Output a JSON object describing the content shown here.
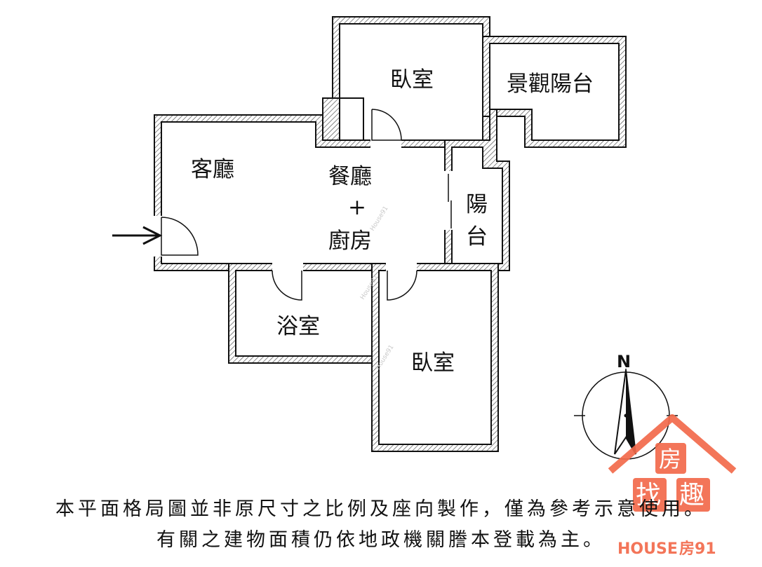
{
  "rooms": {
    "bedroom_top": "臥室",
    "view_balcony": "景觀陽台",
    "living_room": "客廳",
    "dining_line1": "餐廳",
    "dining_plus": "+",
    "dining_line2": "廚房",
    "balcony_line1": "陽",
    "balcony_line2": "台",
    "bathroom": "浴室",
    "bedroom_bottom": "臥室"
  },
  "compass": {
    "north_label": "N"
  },
  "notes": {
    "line1": "本平面格局圖並非原尺寸之比例及座向製作，僅為參考示意使用。",
    "line2": "有關之建物面積仍依地政機關謄本登載為主。"
  },
  "logo": {
    "char1": "房",
    "char2": "找",
    "char3": "趣",
    "brand_en": "HOUSE",
    "brand_zh": "房91"
  },
  "watermark": {
    "text": "House91"
  },
  "colors": {
    "wall": "#111111",
    "logo": "#f26a4b",
    "watermark": "#c8c8c8"
  }
}
